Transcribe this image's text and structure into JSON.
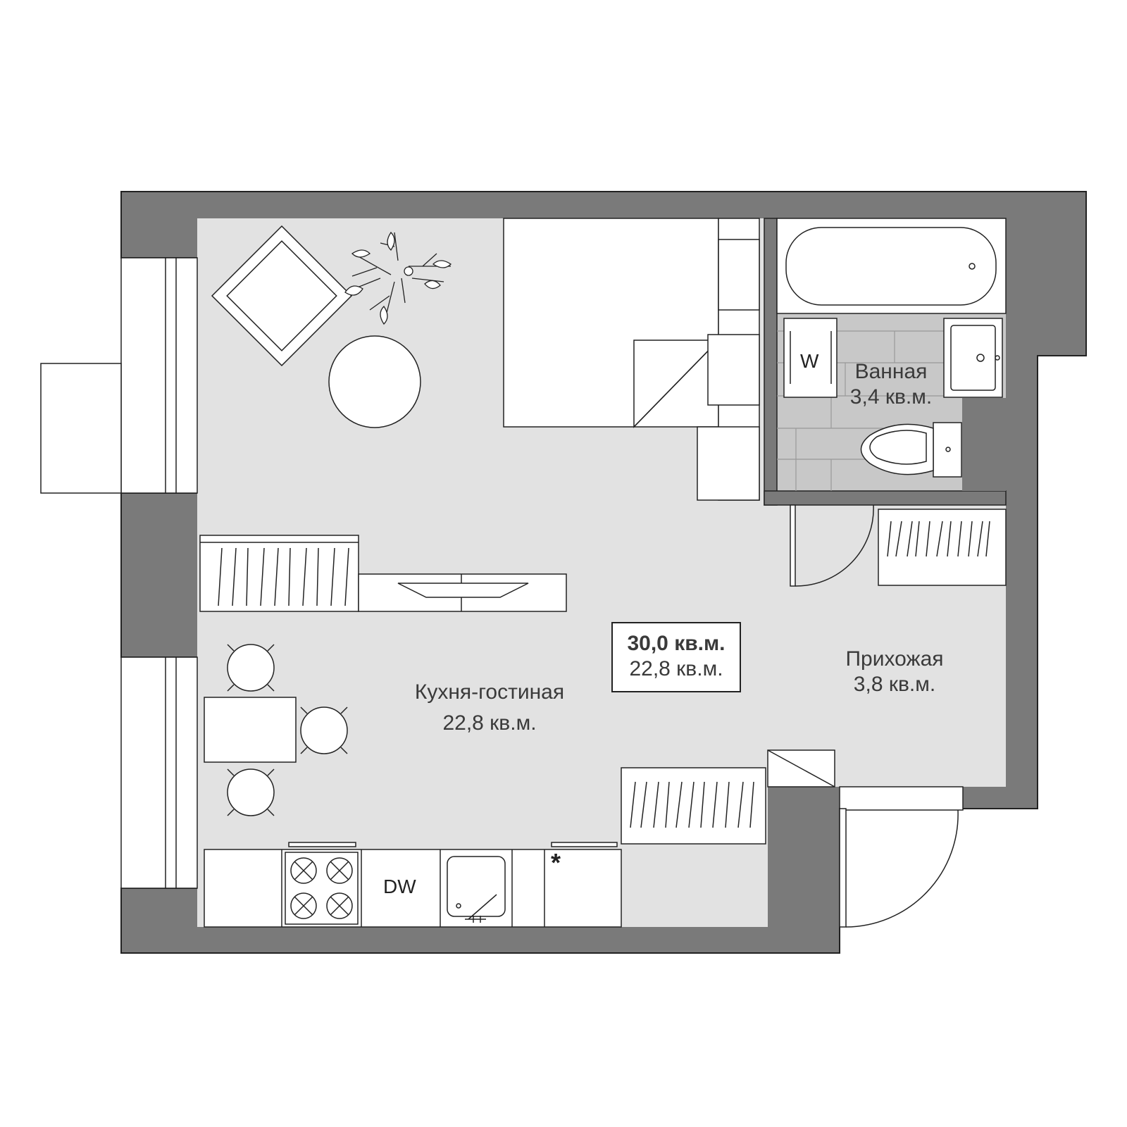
{
  "plan": {
    "total": {
      "area": "30,0 кв.м.",
      "living": "22,8 кв.м."
    },
    "rooms": [
      {
        "name": "Кухня-гостиная",
        "area": "22,8 кв.м."
      },
      {
        "name": "Ванная",
        "area": "3,4 кв.м."
      },
      {
        "name": "Прихожая",
        "area": "3,8 кв.м."
      }
    ],
    "appliance_labels": {
      "washer": "W",
      "dishwasher": "DW",
      "fridge": "*"
    },
    "colors": {
      "wall": "#7a7a7a",
      "floor": "#e2e2e2",
      "tile": "#c8c8c8",
      "furniture": "#ffffff",
      "line": "#222222"
    }
  }
}
